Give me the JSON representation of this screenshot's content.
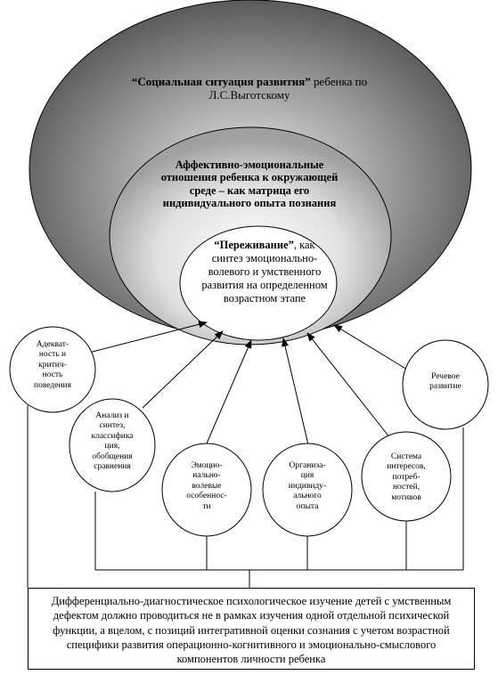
{
  "outer": {
    "title_bold": "“Социальная ситуация развития”",
    "title_rest": " ребенка по Л.С.Выготскому"
  },
  "middle": {
    "title": "Аффективно-эмоциональные отношения ребенка к окружающей среде – как матрица его индивидуального опыта познания"
  },
  "inner": {
    "title_bold": "“Переживание”",
    "title_rest": ", как синтез эмоционально-волевого и умственного развития на определенном возрастном этапе"
  },
  "factors": [
    {
      "label": "Адекват-\nность и\nкритич-\nность\nповедения"
    },
    {
      "label": "Анализ и\nсинтез,\nклассифика\nция,\nобобщения\nсравнения"
    },
    {
      "label": "Эмоцио-\nнально-\nволевые\nособеннос-\nти"
    },
    {
      "label": "Организа-\nция\nиндивиду-\nального\nопыта"
    },
    {
      "label": "Система\nинтересов,\nпотреб-\nностей,\nмотивов"
    },
    {
      "label": "Речевое\nразвитие"
    }
  ],
  "conclusion": {
    "text": "Дифференциально-диагностическое психологическое изучение детей с умственным дефектом должно проводиться не в рамках изучения одной отдельной психической функции, а вцелом, с позиций интегративной оценки сознания с учетом возрастной специфики развития операционно-когнитивного и эмоционально-смыслового компонентов личности ребенка"
  }
}
